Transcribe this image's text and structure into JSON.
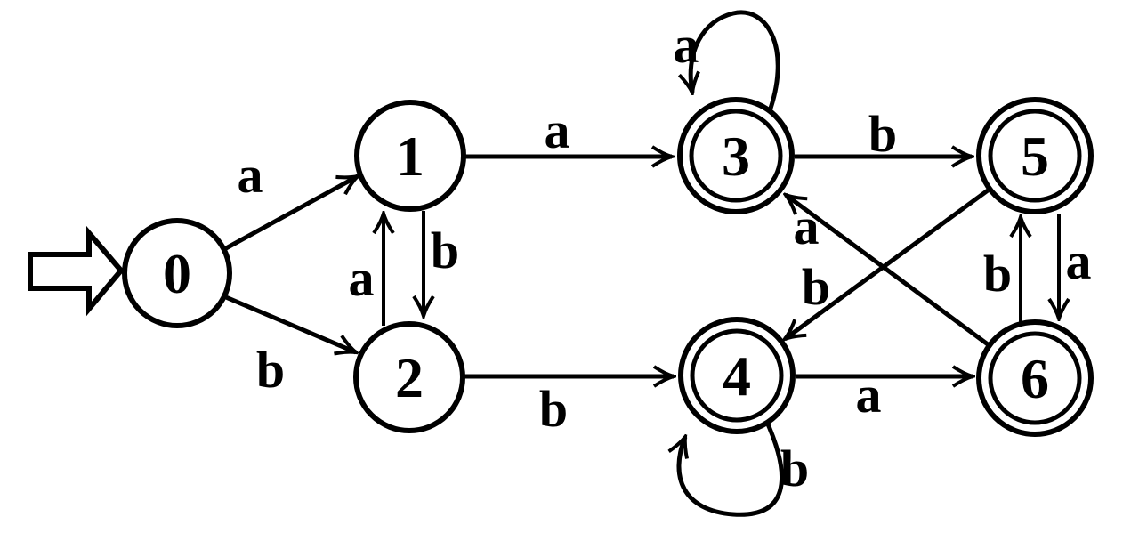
{
  "automaton": {
    "kind": "finite-state-machine-diagram",
    "background_color": "#ffffff",
    "stroke_color": "#000000",
    "alphabet": [
      "a",
      "b"
    ],
    "initial_state": "0",
    "accepting_states": [
      "3",
      "4",
      "5",
      "6"
    ],
    "states": [
      {
        "id": "0",
        "initial": true,
        "accepting": false
      },
      {
        "id": "1",
        "initial": false,
        "accepting": false
      },
      {
        "id": "2",
        "initial": false,
        "accepting": false
      },
      {
        "id": "3",
        "initial": false,
        "accepting": true
      },
      {
        "id": "4",
        "initial": false,
        "accepting": true
      },
      {
        "id": "5",
        "initial": false,
        "accepting": true
      },
      {
        "id": "6",
        "initial": false,
        "accepting": true
      }
    ],
    "transitions": [
      {
        "from": "0",
        "to": "1",
        "label": "a"
      },
      {
        "from": "0",
        "to": "2",
        "label": "b"
      },
      {
        "from": "1",
        "to": "3",
        "label": "a"
      },
      {
        "from": "1",
        "to": "2",
        "label": "b"
      },
      {
        "from": "2",
        "to": "1",
        "label": "a"
      },
      {
        "from": "2",
        "to": "4",
        "label": "b"
      },
      {
        "from": "3",
        "to": "3",
        "label": "a"
      },
      {
        "from": "3",
        "to": "5",
        "label": "b"
      },
      {
        "from": "4",
        "to": "4",
        "label": "b"
      },
      {
        "from": "4",
        "to": "6",
        "label": "a"
      },
      {
        "from": "5",
        "to": "4",
        "label": "b"
      },
      {
        "from": "5",
        "to": "6",
        "label": "a"
      },
      {
        "from": "6",
        "to": "5",
        "label": "b"
      },
      {
        "from": "6",
        "to": "3",
        "label": "a"
      }
    ]
  }
}
